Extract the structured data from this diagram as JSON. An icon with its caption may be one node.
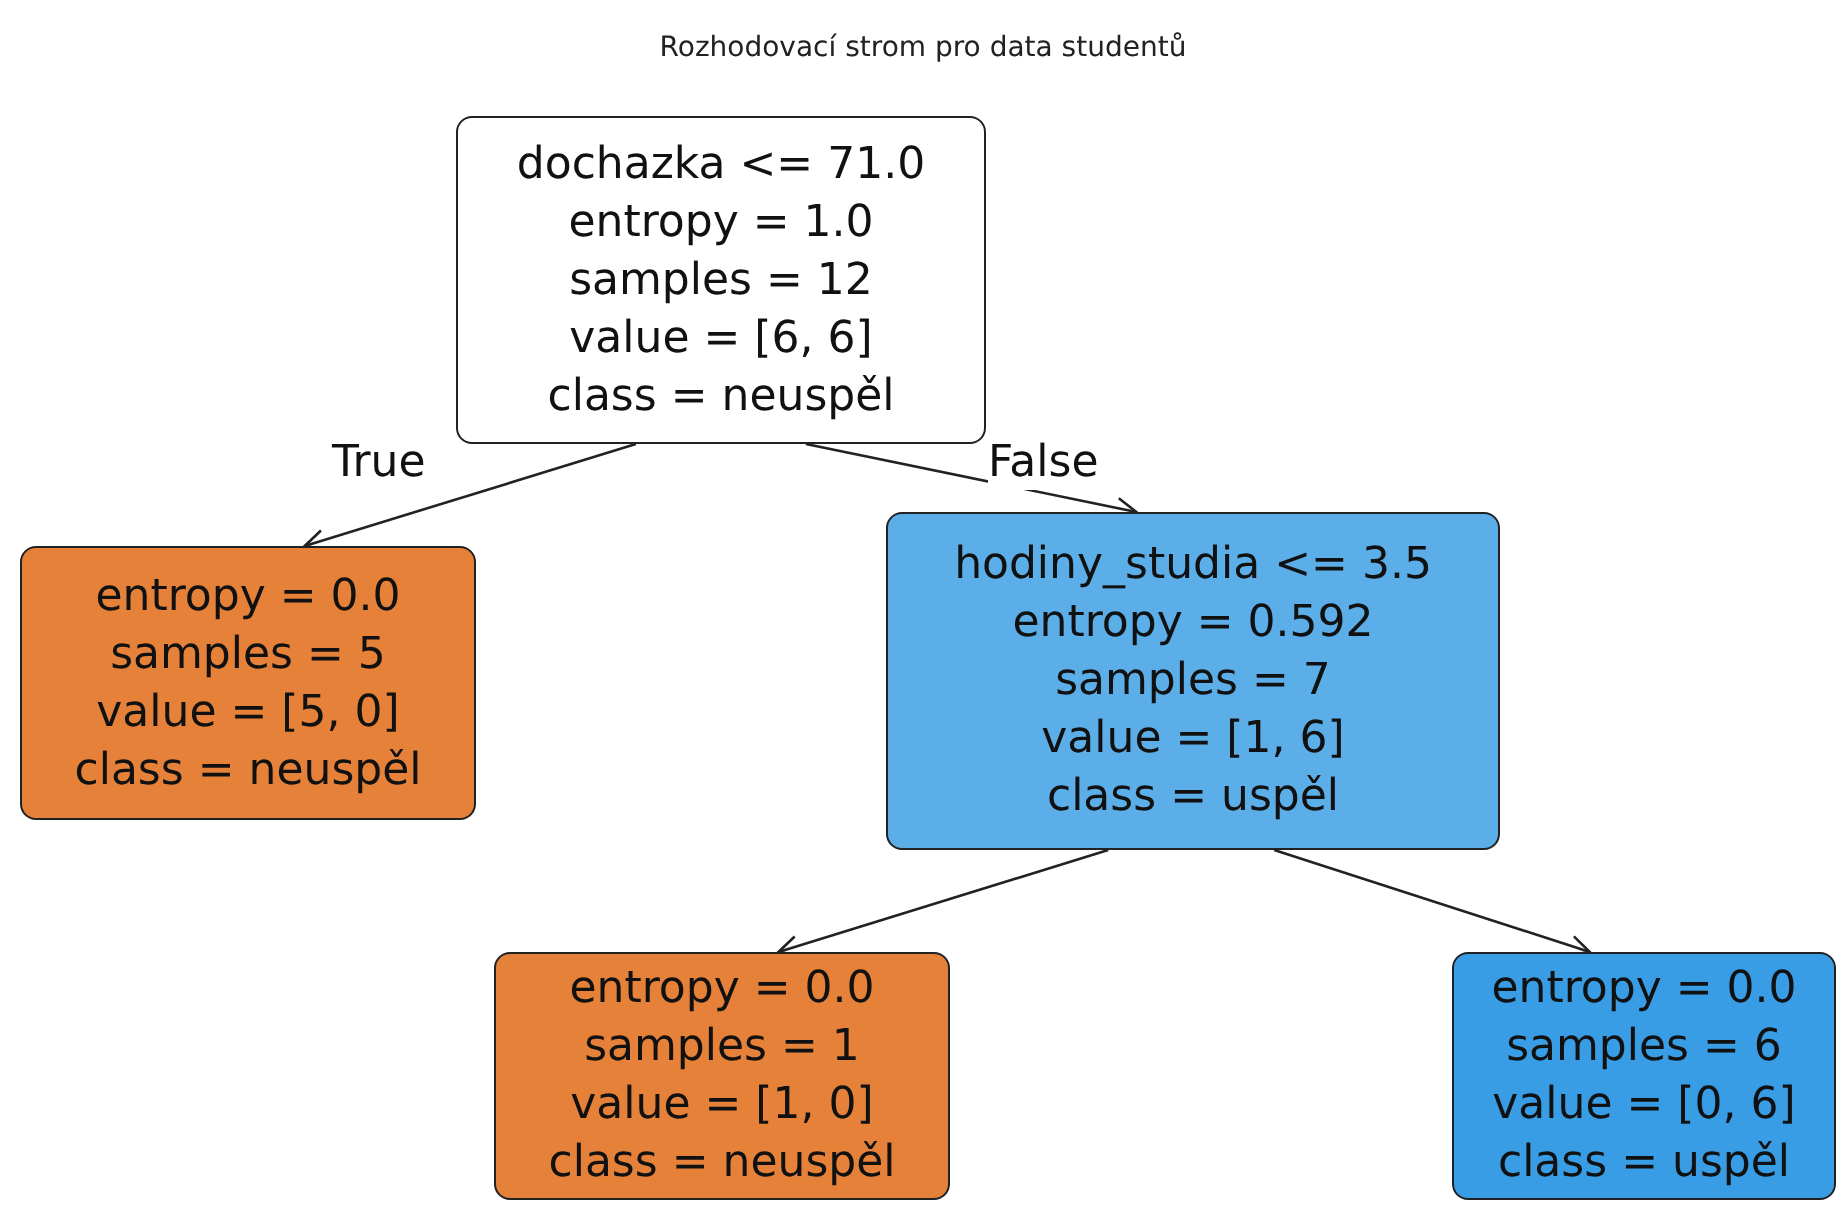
{
  "diagram": {
    "title": "Rozhodovací strom pro data studentů",
    "nodes": [
      {
        "text": [
          "dochazka <= 71.0",
          "entropy = 1.0",
          "samples = 12",
          "value = [6, 6]",
          "class = neuspěl"
        ]
      },
      {
        "text": [
          "entropy = 0.0",
          "samples = 5",
          "value = [5, 0]",
          "class = neuspěl"
        ]
      },
      {
        "text": [
          "hodiny_studia <= 3.5",
          "entropy = 0.592",
          "samples = 7",
          "value = [1, 6]",
          "class = uspěl"
        ]
      },
      {
        "text": [
          "entropy = 0.0",
          "samples = 1",
          "value = [1, 0]",
          "class = neuspěl"
        ]
      },
      {
        "text": [
          "entropy = 0.0",
          "samples = 6",
          "value = [0, 6]",
          "class = uspěl"
        ]
      }
    ],
    "edges": [
      {
        "from": 0,
        "to": 1,
        "arrow": "to",
        "label": "True"
      },
      {
        "from": 0,
        "to": 2,
        "arrow": "to",
        "label": "False"
      },
      {
        "from": 2,
        "to": 3,
        "arrow": "to"
      },
      {
        "from": 2,
        "to": 4,
        "arrow": "to"
      }
    ]
  }
}
